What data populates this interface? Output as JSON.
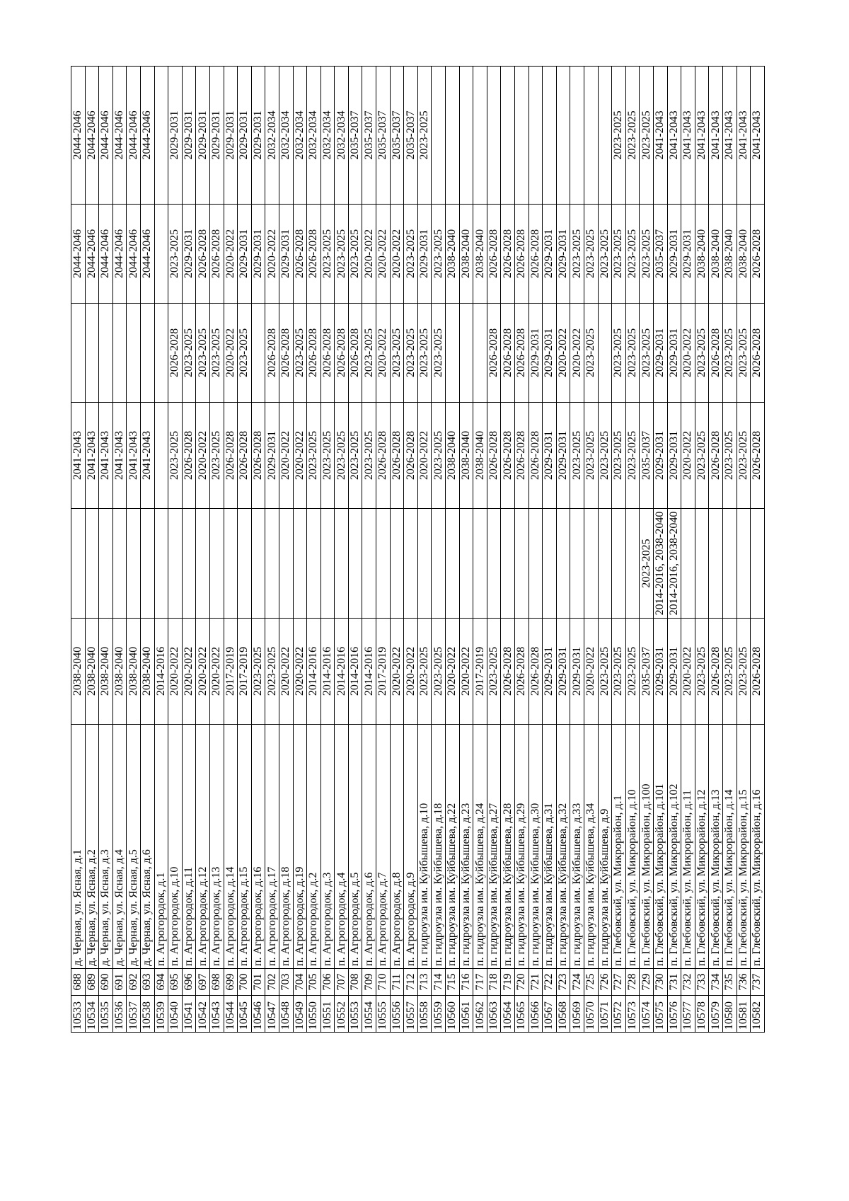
{
  "page": {
    "background": "#ffffff",
    "ink_color": "#000000"
  },
  "table": {
    "rows": [
      [
        "10533",
        "688",
        "д. Черная, ул. Ясная, д.1",
        "2038-2040",
        "",
        "2041-2043",
        "",
        "2044-2046",
        "2044-2046"
      ],
      [
        "10534",
        "689",
        "д. Черная, ул. Ясная, д.2",
        "2038-2040",
        "",
        "2041-2043",
        "",
        "2044-2046",
        "2044-2046"
      ],
      [
        "10535",
        "690",
        "д. Черная, ул. Ясная, д.3",
        "2038-2040",
        "",
        "2041-2043",
        "",
        "2044-2046",
        "2044-2046"
      ],
      [
        "10536",
        "691",
        "д. Черная, ул. Ясная, д.4",
        "2038-2040",
        "",
        "2041-2043",
        "",
        "2044-2046",
        "2044-2046"
      ],
      [
        "10537",
        "692",
        "д. Черная, ул. Ясная, д.5",
        "2038-2040",
        "",
        "2041-2043",
        "",
        "2044-2046",
        "2044-2046"
      ],
      [
        "10538",
        "693",
        "д. Черная, ул. Ясная, д.6",
        "2038-2040",
        "",
        "2041-2043",
        "",
        "2044-2046",
        "2044-2046"
      ],
      [
        "10539",
        "694",
        "п. Агрогородок, д.1",
        "2014-2016",
        "",
        "",
        "",
        "",
        ""
      ],
      [
        "10540",
        "695",
        "п. Агрогородок, д.10",
        "2020-2022",
        "",
        "2023-2025",
        "2026-2028",
        "2023-2025",
        "2029-2031"
      ],
      [
        "10541",
        "696",
        "п. Агрогородок, д.11",
        "2020-2022",
        "",
        "2026-2028",
        "2023-2025",
        "2029-2031",
        "2029-2031"
      ],
      [
        "10542",
        "697",
        "п. Агрогородок, д.12",
        "2020-2022",
        "",
        "2020-2022",
        "2023-2025",
        "2026-2028",
        "2029-2031"
      ],
      [
        "10543",
        "698",
        "п. Агрогородок, д.13",
        "2020-2022",
        "",
        "2023-2025",
        "2023-2025",
        "2026-2028",
        "2029-2031"
      ],
      [
        "10544",
        "699",
        "п. Агрогородок, д.14",
        "2017-2019",
        "",
        "2026-2028",
        "2020-2022",
        "2020-2022",
        "2029-2031"
      ],
      [
        "10545",
        "700",
        "п. Агрогородок, д.15",
        "2017-2019",
        "",
        "2026-2028",
        "2023-2025",
        "2029-2031",
        "2029-2031"
      ],
      [
        "10546",
        "701",
        "п. Агрогородок, д.16",
        "2023-2025",
        "",
        "2026-2028",
        "",
        "2029-2031",
        "2029-2031"
      ],
      [
        "10547",
        "702",
        "п. Агрогородок, д.17",
        "2023-2025",
        "",
        "2029-2031",
        "2026-2028",
        "2020-2022",
        "2032-2034"
      ],
      [
        "10548",
        "703",
        "п. Агрогородок, д.18",
        "2020-2022",
        "",
        "2020-2022",
        "2026-2028",
        "2029-2031",
        "2032-2034"
      ],
      [
        "10549",
        "704",
        "п. Агрогородок, д.19",
        "2020-2022",
        "",
        "2020-2022",
        "2023-2025",
        "2026-2028",
        "2032-2034"
      ],
      [
        "10550",
        "705",
        "п. Агрогородок, д.2",
        "2014-2016",
        "",
        "2023-2025",
        "2026-2028",
        "2026-2028",
        "2032-2034"
      ],
      [
        "10551",
        "706",
        "п. Агрогородок, д.3",
        "2014-2016",
        "",
        "2023-2025",
        "2026-2028",
        "2023-2025",
        "2032-2034"
      ],
      [
        "10552",
        "707",
        "п. Агрогородок, д.4",
        "2014-2016",
        "",
        "2023-2025",
        "2026-2028",
        "2023-2025",
        "2032-2034"
      ],
      [
        "10553",
        "708",
        "п. Агрогородок, д.5",
        "2014-2016",
        "",
        "2023-2025",
        "2026-2028",
        "2023-2025",
        "2035-2037"
      ],
      [
        "10554",
        "709",
        "п. Агрогородок, д.6",
        "2014-2016",
        "",
        "2023-2025",
        "2023-2025",
        "2020-2022",
        "2035-2037"
      ],
      [
        "10555",
        "710",
        "п. Агрогородок, д.7",
        "2017-2019",
        "",
        "2026-2028",
        "2020-2022",
        "2020-2022",
        "2035-2037"
      ],
      [
        "10556",
        "711",
        "п. Агрогородок, д.8",
        "2020-2022",
        "",
        "2026-2028",
        "2023-2025",
        "2020-2022",
        "2035-2037"
      ],
      [
        "10557",
        "712",
        "п. Агрогородок, д.9",
        "2020-2022",
        "",
        "2026-2028",
        "2023-2025",
        "2023-2025",
        "2035-2037"
      ],
      [
        "10558",
        "713",
        "п. гидроузла им. Куйбышева, д.10",
        "2023-2025",
        "",
        "2020-2022",
        "2023-2025",
        "2029-2031",
        "2023-2025"
      ],
      [
        "10559",
        "714",
        "п. гидроузла им. Куйбышева, д.18",
        "2023-2025",
        "",
        "2023-2025",
        "2023-2025",
        "2023-2025",
        ""
      ],
      [
        "10560",
        "715",
        "п. гидроузла им. Куйбышева, д.22",
        "2020-2022",
        "",
        "2038-2040",
        "",
        "2038-2040",
        ""
      ],
      [
        "10561",
        "716",
        "п. гидроузла им. Куйбышева, д.23",
        "2020-2022",
        "",
        "2038-2040",
        "",
        "2038-2040",
        ""
      ],
      [
        "10562",
        "717",
        "п. гидроузла им. Куйбышева, д.24",
        "2017-2019",
        "",
        "2038-2040",
        "",
        "2038-2040",
        ""
      ],
      [
        "10563",
        "718",
        "п. гидроузла им. Куйбышева, д.27",
        "2023-2025",
        "",
        "2026-2028",
        "2026-2028",
        "2026-2028",
        ""
      ],
      [
        "10564",
        "719",
        "п. гидроузла им. Куйбышева, д.28",
        "2026-2028",
        "",
        "2026-2028",
        "2026-2028",
        "2026-2028",
        ""
      ],
      [
        "10565",
        "720",
        "п. гидроузла им. Куйбышева, д.29",
        "2026-2028",
        "",
        "2026-2028",
        "2026-2028",
        "2026-2028",
        ""
      ],
      [
        "10566",
        "721",
        "п. гидроузла им. Куйбышева, д.30",
        "2026-2028",
        "",
        "2026-2028",
        "2029-2031",
        "2026-2028",
        ""
      ],
      [
        "10567",
        "722",
        "п. гидроузла им. Куйбышева, д.31",
        "2029-2031",
        "",
        "2029-2031",
        "2029-2031",
        "2029-2031",
        ""
      ],
      [
        "10568",
        "723",
        "п. гидроузла им. Куйбышева, д.32",
        "2029-2031",
        "",
        "2029-2031",
        "2020-2022",
        "2029-2031",
        ""
      ],
      [
        "10569",
        "724",
        "п. гидроузла им. Куйбышева, д.33",
        "2029-2031",
        "",
        "2023-2025",
        "2020-2022",
        "2023-2025",
        ""
      ],
      [
        "10570",
        "725",
        "п. гидроузла им. Куйбышева, д.34",
        "2020-2022",
        "",
        "2023-2025",
        "2023-2025",
        "2023-2025",
        ""
      ],
      [
        "10571",
        "726",
        "п. гидроузла им. Куйбышева, д.9",
        "2023-2025",
        "",
        "2023-2025",
        "",
        "2023-2025",
        ""
      ],
      [
        "10572",
        "727",
        "п. Глебовский, ул. Микрорайон, д.1",
        "2023-2025",
        "",
        "2023-2025",
        "2023-2025",
        "2023-2025",
        "2023-2025"
      ],
      [
        "10573",
        "728",
        "п. Глебовский, ул. Микрорайон, д.10",
        "2023-2025",
        "",
        "2023-2025",
        "2023-2025",
        "2023-2025",
        "2023-2025"
      ],
      [
        "10574",
        "729",
        "п. Глебовский, ул. Микрорайон, д.100",
        "2035-2037",
        "2023-2025",
        "2035-2037",
        "2023-2025",
        "2023-2025",
        "2023-2025"
      ],
      [
        "10575",
        "730",
        "п. Глебовский, ул. Микрорайон, д.101",
        "2029-2031",
        "2014-2016, 2038-2040",
        "2029-2031",
        "2029-2031",
        "2035-2037",
        "2041-2043"
      ],
      [
        "10576",
        "731",
        "п. Глебовский, ул. Микрорайон, д.102",
        "2029-2031",
        "2014-2016, 2038-2040",
        "2029-2031",
        "2029-2031",
        "2029-2031",
        "2041-2043"
      ],
      [
        "10577",
        "732",
        "п. Глебовский, ул. Микрорайон, д.11",
        "2020-2022",
        "",
        "2020-2022",
        "2020-2022",
        "2029-2031",
        "2041-2043"
      ],
      [
        "10578",
        "733",
        "п. Глебовский, ул. Микрорайон, д.12",
        "2023-2025",
        "",
        "2023-2025",
        "2023-2025",
        "2038-2040",
        "2041-2043"
      ],
      [
        "10579",
        "734",
        "п. Глебовский, ул. Микрорайон, д.13",
        "2026-2028",
        "",
        "2026-2028",
        "2026-2028",
        "2038-2040",
        "2041-2043"
      ],
      [
        "10580",
        "735",
        "п. Глебовский, ул. Микрорайон, д.14",
        "2023-2025",
        "",
        "2023-2025",
        "2023-2025",
        "2038-2040",
        "2041-2043"
      ],
      [
        "10581",
        "736",
        "п. Глебовский, ул. Микрорайон, д.15",
        "2023-2025",
        "",
        "2023-2025",
        "2023-2025",
        "2038-2040",
        "2041-2043"
      ],
      [
        "10582",
        "737",
        "п. Глебовский, ул. Микрорайон, д.16",
        "2026-2028",
        "",
        "2026-2028",
        "2026-2028",
        "2026-2028",
        "2041-2043"
      ]
    ]
  }
}
